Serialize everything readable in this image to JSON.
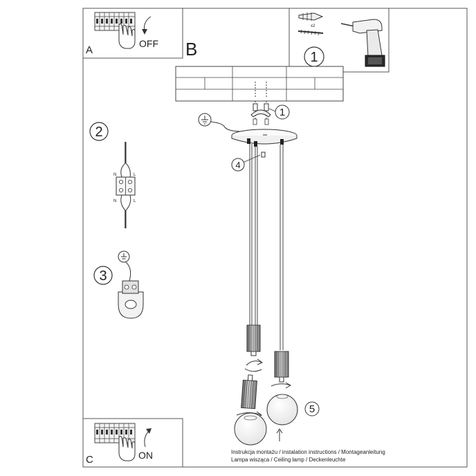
{
  "panels": {
    "a": {
      "letter": "A",
      "switch_text": "OFF"
    },
    "b": {
      "letter": "B"
    },
    "c": {
      "letter": "C",
      "switch_text": "ON"
    }
  },
  "tools": {
    "step": "1",
    "anchor_qty": "x2"
  },
  "steps": {
    "ceiling_mount": "1",
    "wiring": "2",
    "earth": "3",
    "screw": "4",
    "shades": "5"
  },
  "connector_labels": {
    "n_top": "N",
    "l_top": "L",
    "n_bottom": "N",
    "l_bottom": "L"
  },
  "footer": {
    "line1": "Instrukcja montażu / instalation instructions / Montageanleitung",
    "line2": "Lampa wisząca / Ceiling lamp / Deckenleuchte"
  }
}
